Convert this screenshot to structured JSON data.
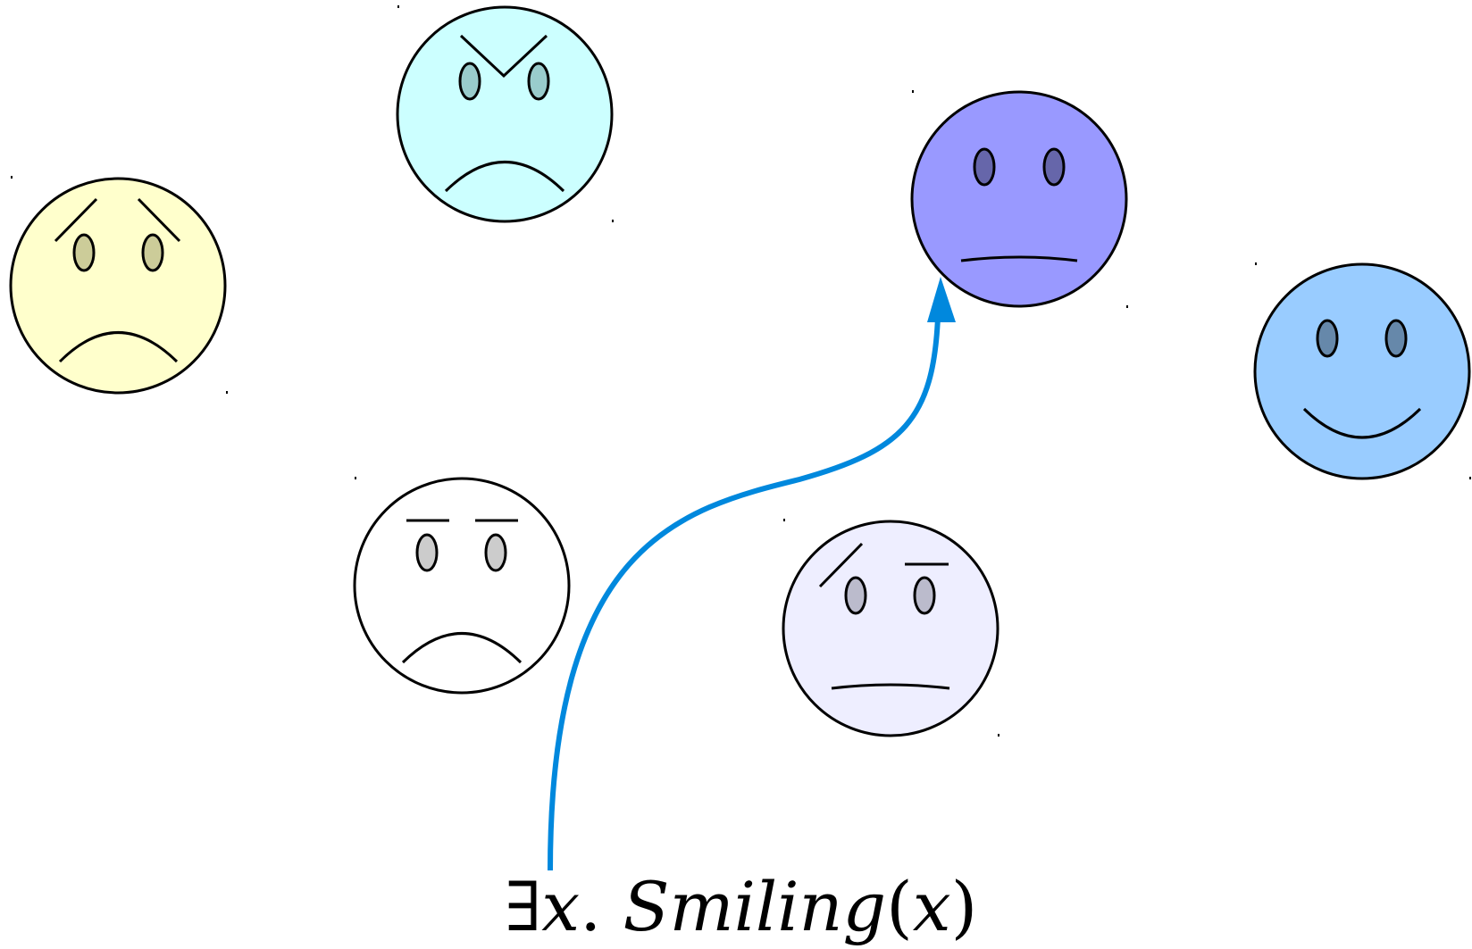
{
  "formula": {
    "quantifier": "∃",
    "variable": "x",
    "dot": ".",
    "predicate": "Smiling",
    "open_paren": "(",
    "argument": "x",
    "close_paren": ")"
  },
  "faces": [
    {
      "name": "worried-yellow-face",
      "fill": "#ffffcc",
      "eye_fill": "#cccc99",
      "mouth": "frown",
      "brows": "worried"
    },
    {
      "name": "angry-cyan-face",
      "fill": "#ccffff",
      "eye_fill": "#99cccc",
      "mouth": "frown",
      "brows": "angry"
    },
    {
      "name": "neutral-purple-face",
      "fill": "#9999ff",
      "eye_fill": "#6666aa",
      "mouth": "flat",
      "brows": "none"
    },
    {
      "name": "smiling-blue-face",
      "fill": "#99ccff",
      "eye_fill": "#6688aa",
      "mouth": "smile",
      "brows": "none"
    },
    {
      "name": "sad-white-face",
      "fill": "#ffffff",
      "eye_fill": "#cccccc",
      "mouth": "frown",
      "brows": "flat"
    },
    {
      "name": "skeptical-lavender-face",
      "fill": "#eeeeff",
      "eye_fill": "#bbbbcc",
      "mouth": "flat",
      "brows": "skeptical"
    }
  ],
  "arrow": {
    "color": "#0088dd",
    "points_to": "neutral-purple-face"
  }
}
